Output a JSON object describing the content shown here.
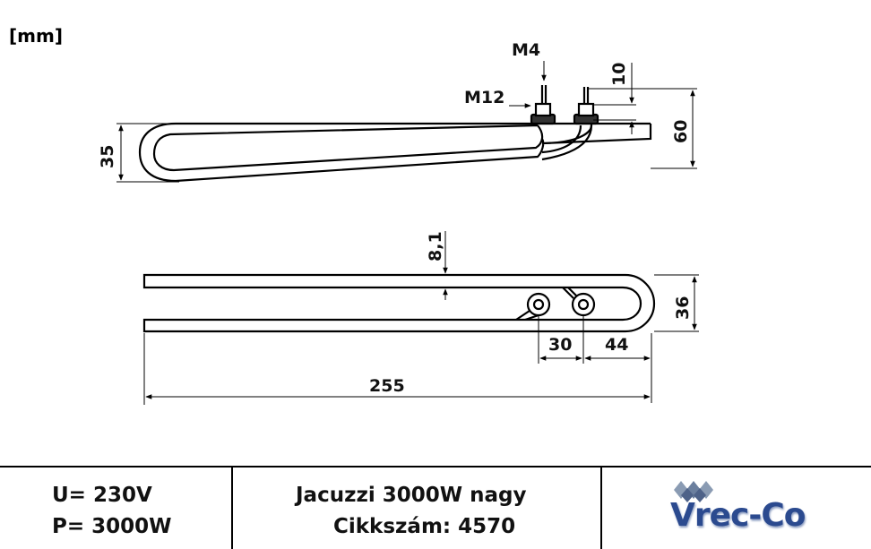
{
  "unit": "[mm]",
  "labels": {
    "m4": "M4",
    "m12": "M12",
    "d10": "10",
    "d60": "60",
    "d35": "35",
    "d81": "8,1",
    "d36": "36",
    "d30": "30",
    "d44": "44",
    "d255": "255"
  },
  "title_block": {
    "voltage": "U= 230V",
    "power": "P= 3000W",
    "product_name": "Jacuzzi 3000W nagy",
    "article_number": "Cikkszám: 4570",
    "logo_text": "Vrec-Co"
  },
  "colors": {
    "line": "#000000",
    "logo_blue": "#2b4a8f",
    "logo_gray": "#8a9bb3"
  }
}
